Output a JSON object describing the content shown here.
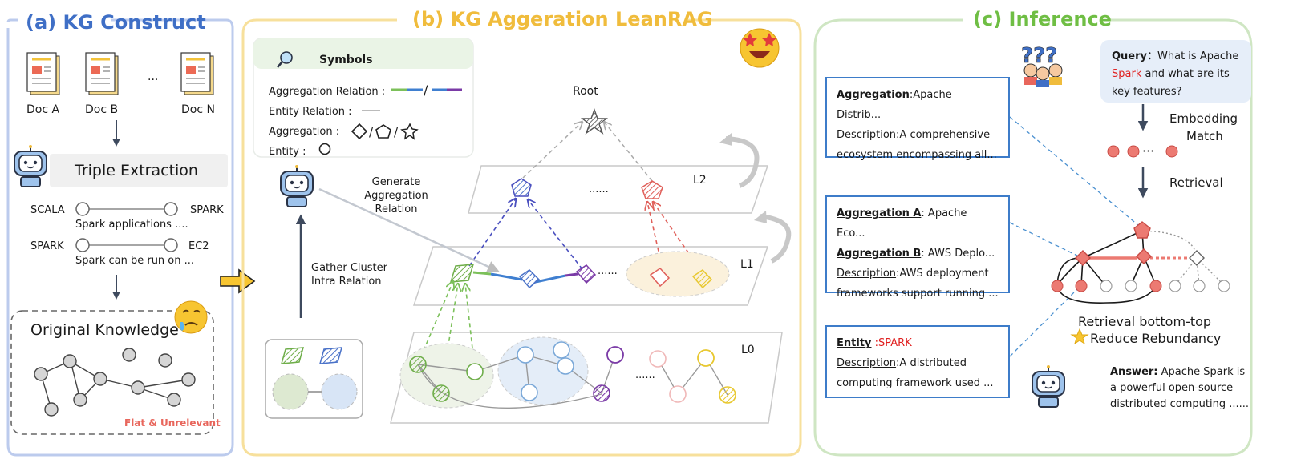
{
  "panels": {
    "a": {
      "title": "(a) KG Construct",
      "color": "#3f6fc6"
    },
    "b": {
      "title": "(b) KG Aggeration LeanRAG",
      "color": "#f0bc3c"
    },
    "c": {
      "title": "(c) Inference",
      "color": "#6fbe44"
    }
  },
  "construct": {
    "docs": [
      "Doc A",
      "Doc B",
      "Doc N"
    ],
    "ellipsis": "...",
    "triple_title": "Triple Extraction",
    "triples": [
      {
        "head": "SCALA",
        "tail": "SPARK",
        "text": "Spark applications ...."
      },
      {
        "head": "SPARK",
        "tail": "EC2",
        "text": "Spark can be run on ..."
      }
    ],
    "orig_title": "Original Knowledge",
    "flat_label": "Flat & Unrelevant"
  },
  "symbols": {
    "title": "Symbols",
    "agg_rel": "Aggregation Relation :",
    "ent_rel": "Entity Relation :",
    "agg": "Aggregation :",
    "entity": "Entity :"
  },
  "aggregation": {
    "root": "Root",
    "levels": [
      "L2",
      "L1",
      "L0"
    ],
    "generate": [
      "Generate",
      "Aggregation",
      "Relation"
    ],
    "gather": [
      "Gather Cluster",
      "Intra Relation"
    ],
    "dots": "......"
  },
  "inference": {
    "query_label": "Query：",
    "query_pre": "What is Apache",
    "query_red": "Spark",
    "query_post": "and what are its",
    "query_tail": "key features?",
    "embed": [
      "Embedding",
      "Match"
    ],
    "retrieval": "Retrieval",
    "bottom_top": "Retrieval bottom-top",
    "reduce": "Reduce Rebundancy",
    "box1": {
      "k1": "Aggregation",
      "v1": ":Apache Distrib...",
      "k2": "Description",
      "v2": ":A comprehensive",
      "v3": "ecosystem encompassing all..."
    },
    "box2": {
      "k1": "Aggregation A",
      "v1": ": Apache Eco...",
      "k2": "Aggregation B",
      "v2": ": AWS Deplo...",
      "k3": "Description",
      "v3": ":AWS deployment",
      "v4": "frameworks support running ..."
    },
    "box3": {
      "k1": "Entity",
      "v1": ":SPARK",
      "k2": "Description",
      "v2": ":A distributed",
      "v3": "computing framework used ..."
    },
    "answer_label": "Answer:",
    "answer": [
      "Apache Spark is",
      "a powerful open-source",
      "distributed computing ......"
    ]
  }
}
